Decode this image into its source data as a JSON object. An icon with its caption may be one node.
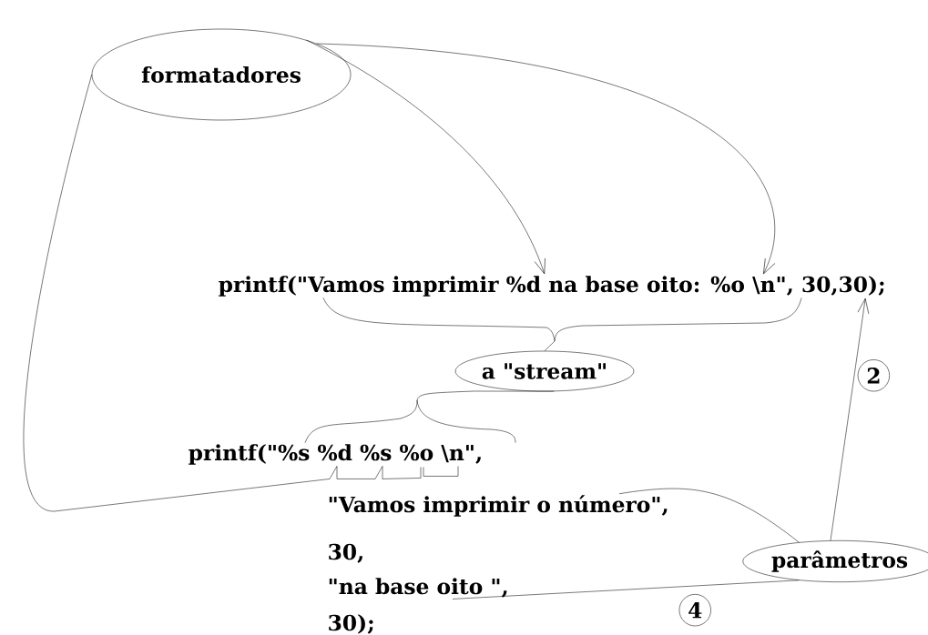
{
  "diagram": {
    "nodes": [
      {
        "text": [
          "formatadores"
        ]
      },
      {
        "text": [
          "printf(\"Vamos imprimir %d na base oito: %o \\n\", 30,30);"
        ]
      },
      {
        "text": [
          "a \"stream\""
        ]
      },
      {
        "text": [
          "printf(\"%s %d %s %o \\n\","
        ]
      },
      {
        "text": [
          "\"Vamos imprimir o número\","
        ]
      },
      {
        "text": [
          "30,"
        ]
      },
      {
        "text": [
          "\"na base oito \","
        ]
      },
      {
        "text": [
          "30);"
        ]
      },
      {
        "text": [
          "parâmetros"
        ]
      }
    ],
    "edges": [
      {
        "from": 0,
        "to": 1,
        "arrow": "to"
      },
      {
        "from": 0,
        "to": 1,
        "arrow": "to"
      },
      {
        "from": 1,
        "to": 2,
        "arrow": "none"
      },
      {
        "from": 2,
        "to": 3,
        "arrow": "none"
      },
      {
        "from": 0,
        "to": 3,
        "arrow": "none"
      },
      {
        "from": 8,
        "to": 1,
        "arrow": "to",
        "label": "2"
      },
      {
        "from": 8,
        "to": 4,
        "arrow": "none"
      },
      {
        "from": 8,
        "to": 6,
        "arrow": "none",
        "label": "4"
      }
    ]
  }
}
